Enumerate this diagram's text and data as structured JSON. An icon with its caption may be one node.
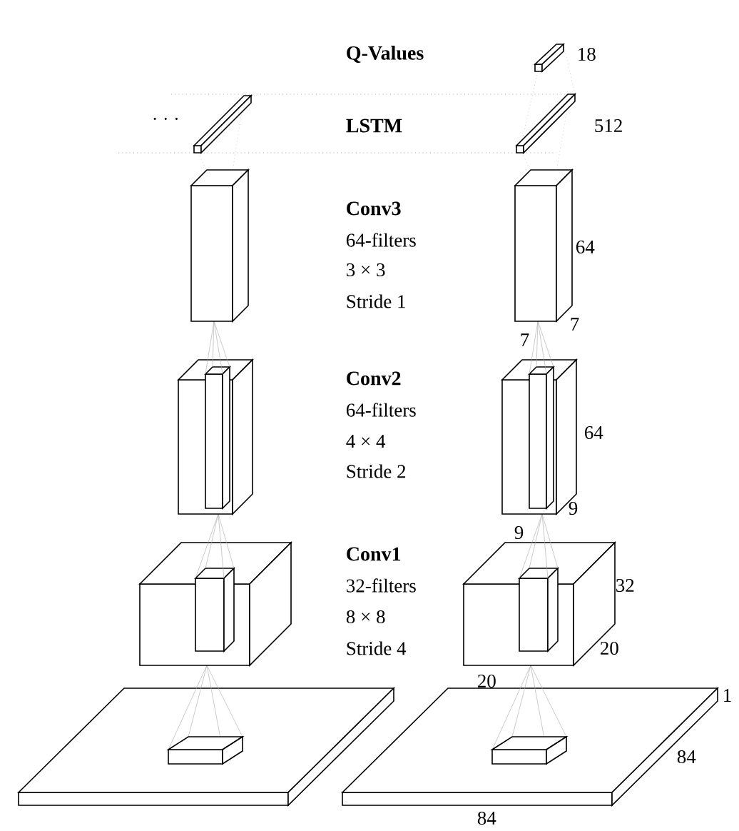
{
  "diagram": {
    "labels": [
      "Q-Values",
      "18",
      "· · ·",
      "LSTM",
      "512",
      "Conv3",
      "64-filters",
      "3 × 3",
      "Stride 1",
      "64",
      "7",
      "7",
      "Conv2",
      "64-filters",
      "4 × 4",
      "Stride 2",
      "64",
      "9",
      "9",
      "Conv1",
      "32-filters",
      "8 × 8",
      "Stride 4",
      "32",
      "20",
      "20",
      "1",
      "84",
      "84"
    ]
  }
}
